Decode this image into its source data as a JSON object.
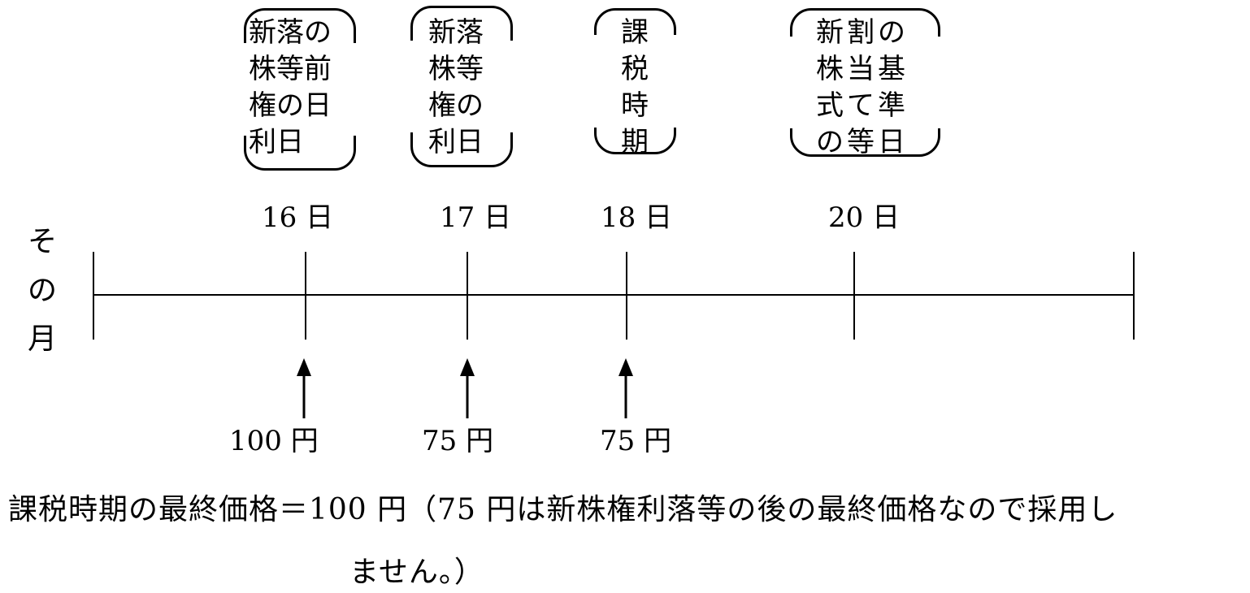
{
  "diagram": {
    "month_label": [
      "そ",
      "の",
      "月"
    ],
    "events": [
      {
        "note_lines": [
          "新落の",
          "株等前",
          "権の日",
          "利日"
        ],
        "day": "16 日",
        "price": "100 円"
      },
      {
        "note_lines": [
          "新落",
          "株等",
          "権の",
          "利日"
        ],
        "day": "17 日",
        "price": "75 円"
      },
      {
        "note_lines": [
          "課",
          "税",
          "時",
          "期"
        ],
        "day": "18 日",
        "price": "75 円"
      },
      {
        "note_lines": [
          "新割の",
          "株当基",
          "式て準",
          "の等日"
        ],
        "day": "20 日",
        "price": ""
      }
    ],
    "footer": {
      "line1": "課税時期の最終価格＝100 円（75 円は新株権利落等の後の最終価格なので採用し",
      "line2": "ません。）"
    }
  }
}
